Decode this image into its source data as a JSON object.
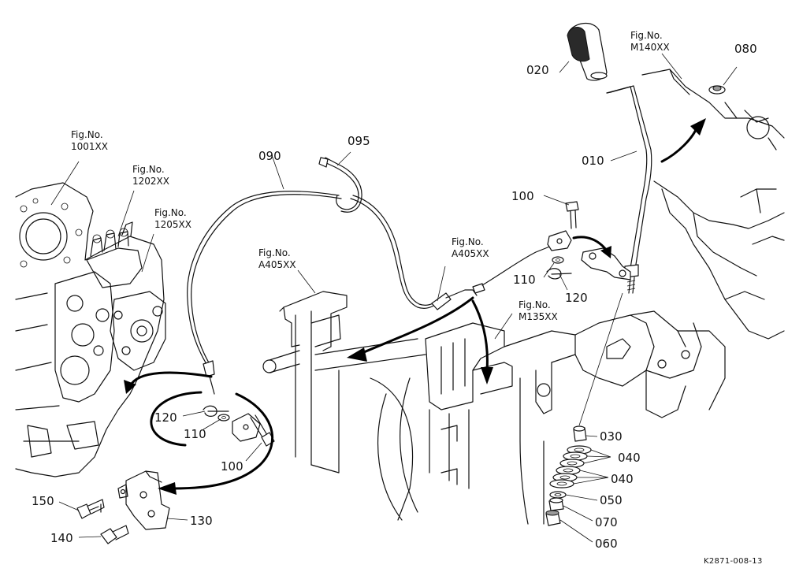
{
  "parts": {
    "p020": "020",
    "p080": "080",
    "p010": "010",
    "p095": "095",
    "p090": "090",
    "p100a": "100",
    "p110a": "110",
    "p120a": "120",
    "p120b": "120",
    "p110b": "110",
    "p100b": "100",
    "p030": "030",
    "p040a": "040",
    "p040b": "040",
    "p050": "050",
    "p070": "070",
    "p060": "060",
    "p150": "150",
    "p130": "130",
    "p140": "140"
  },
  "fig_refs": {
    "m140_a": "Fig.No.",
    "m140_b": "M140XX",
    "f1001_a": "Fig.No.",
    "f1001_b": "1001XX",
    "f1202_a": "Fig.No.",
    "f1202_b": "1202XX",
    "f1205_a": "Fig.No.",
    "f1205_b": "1205XX",
    "a405l_a": "Fig.No.",
    "a405l_b": "A405XX",
    "a405r_a": "Fig.No.",
    "a405r_b": "A405XX",
    "m135_a": "Fig.No.",
    "m135_b": "M135XX"
  },
  "drawing_code": "K2871-008-13"
}
